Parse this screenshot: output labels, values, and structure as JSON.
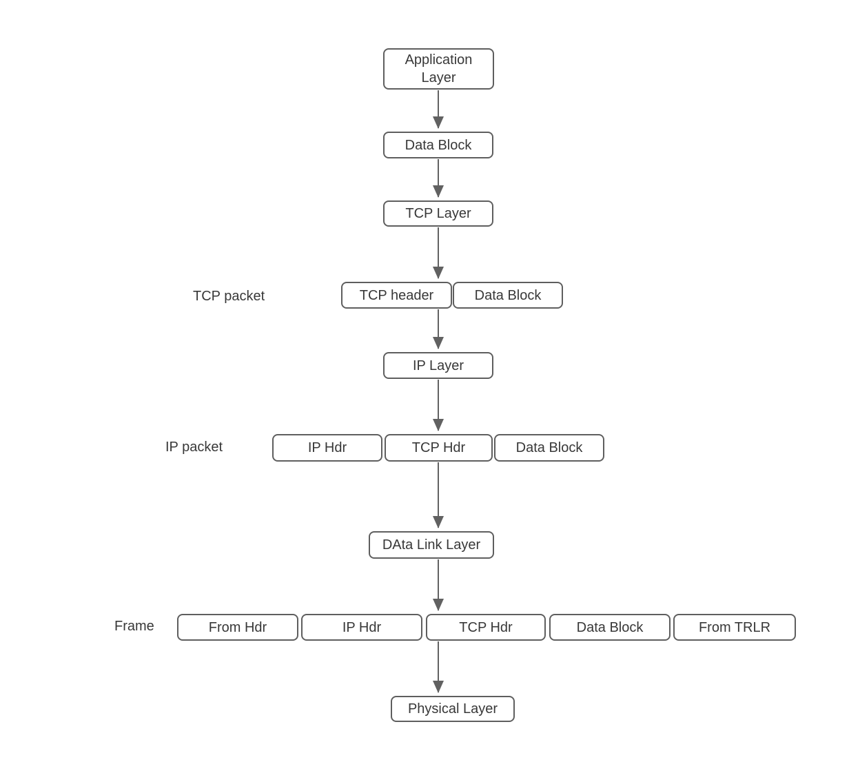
{
  "colors": {
    "background": "#ffffff",
    "box_fill": "#ffffff",
    "box_border": "#5e5e5e",
    "text": "#383838",
    "arrow": "#616161"
  },
  "layers": {
    "application": "Application Layer",
    "data_block": "Data Block",
    "tcp": "TCP Layer",
    "ip": "IP Layer",
    "data_link": "DAta Link Layer",
    "physical": "Physical Layer"
  },
  "tcp_packet": {
    "label": "TCP packet",
    "segments": [
      "TCP header",
      "Data Block"
    ]
  },
  "ip_packet": {
    "label": "IP packet",
    "segments": [
      "IP Hdr",
      "TCP Hdr",
      "Data Block"
    ]
  },
  "frame": {
    "label": "Frame",
    "segments": [
      "From Hdr",
      "IP Hdr",
      "TCP Hdr",
      "Data Block",
      "From TRLR"
    ]
  }
}
